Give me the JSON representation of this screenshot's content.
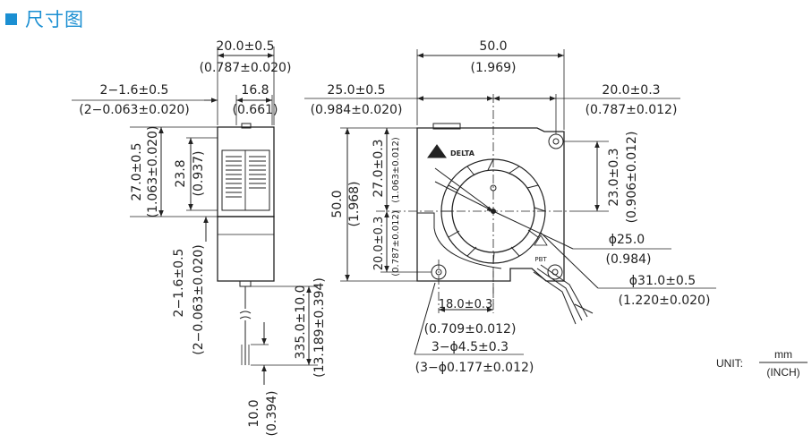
{
  "header": {
    "title": "尺寸图",
    "accent": "#1b8fd2"
  },
  "side_view": {
    "width_top": "20.0±0.5",
    "width_top_in": "(0.787±0.020)",
    "width_inner": "16.8",
    "width_inner_in": "(0.661)",
    "hole_left": "2−1.6±0.5",
    "hole_left_in": "(2−0.063±0.020)",
    "height_outer": "27.0±0.5",
    "height_outer_in": "(1.063±0.020)",
    "height_inner": "23.8",
    "height_inner_in": "(0.937)",
    "hole_bottom": "2−1.6±0.5",
    "hole_bottom_in": "(2−0.063±0.020)",
    "lead_len": "335.0±10.0",
    "lead_len_in": "(13.189±0.394)",
    "strip_len": "10.0",
    "strip_len_in": "(0.394)"
  },
  "front_view": {
    "width_total": "50.0",
    "width_total_in": "(1.969)",
    "center_left": "25.0±0.5",
    "center_left_in": "(0.984±0.020)",
    "hole_right": "20.0±0.3",
    "hole_right_in": "(0.787±0.012)",
    "height_total": "50.0",
    "height_total_in": "(1.968)",
    "center_top": "27.0±0.3",
    "center_top_in": "(1.063±0.012)",
    "center_bottom": "20.0±0.3",
    "center_bottom_in": "(0.787±0.012)",
    "hole_vert": "23.0±0.3",
    "hole_vert_in": "(0.906±0.012)",
    "hub_dia": "ϕ25.0",
    "hub_dia_in": "(0.984)",
    "impeller_dia": "ϕ31.0±0.5",
    "impeller_dia_in": "(1.220±0.020)",
    "hole_spacing": "18.0±0.3",
    "hole_spacing_in": "(0.709±0.012)",
    "mount_holes": "3−ϕ4.5±0.3",
    "mount_holes_in": "(3−ϕ0.177±0.012)",
    "logo_text": "DELTA",
    "mark_text": "PBT"
  },
  "unit": {
    "label": "UNIT:",
    "numerator": "mm",
    "denominator": "(INCH)"
  }
}
